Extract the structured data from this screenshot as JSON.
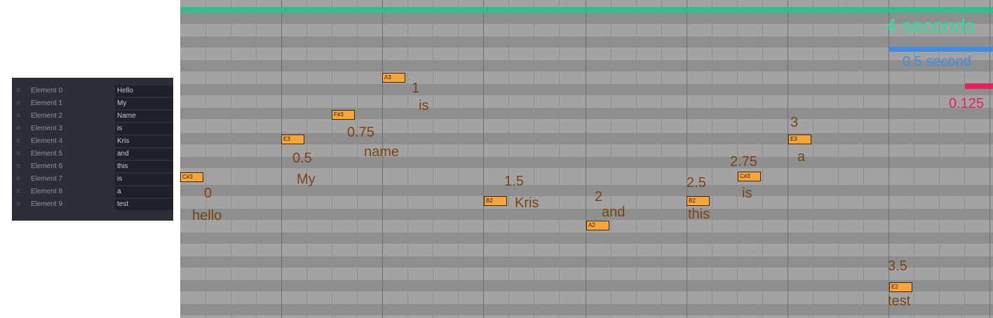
{
  "inspector": {
    "items": [
      {
        "label": "Element 0",
        "value": "Hello"
      },
      {
        "label": "Element 1",
        "value": "My"
      },
      {
        "label": "Element 2",
        "value": "Name"
      },
      {
        "label": "Element 3",
        "value": "is"
      },
      {
        "label": "Element 4",
        "value": "Kris"
      },
      {
        "label": "Element 5",
        "value": "and"
      },
      {
        "label": "Element 6",
        "value": "this"
      },
      {
        "label": "Element 7",
        "value": "is"
      },
      {
        "label": "Element 8",
        "value": "a"
      },
      {
        "label": "Element 9",
        "value": "test"
      }
    ]
  },
  "legend": {
    "four_seconds": {
      "label": "4 seconds",
      "color": "#2fbf8f"
    },
    "half_second": {
      "label": "0.5 second",
      "color": "#3d8fe6"
    },
    "eighth": {
      "label": "0.125",
      "color": "#e8215a"
    }
  },
  "notes": [
    {
      "pitch": "C#3",
      "time": "0",
      "word": "hello"
    },
    {
      "pitch": "E3",
      "time": "0.5",
      "word": "My"
    },
    {
      "pitch": "F#3",
      "time": "0.75",
      "word": "name"
    },
    {
      "pitch": "A3",
      "time": "1",
      "word": "is"
    },
    {
      "pitch": "B2",
      "time": "1.5",
      "word": "Kris"
    },
    {
      "pitch": "A2",
      "time": "2",
      "word": "and"
    },
    {
      "pitch": "B2",
      "time": "2.5",
      "word": "this"
    },
    {
      "pitch": "C#3",
      "time": "2.75",
      "word": "is"
    },
    {
      "pitch": "E3",
      "time": "3",
      "word": "a"
    },
    {
      "pitch": "E2",
      "time": "3.5",
      "word": "test"
    }
  ]
}
